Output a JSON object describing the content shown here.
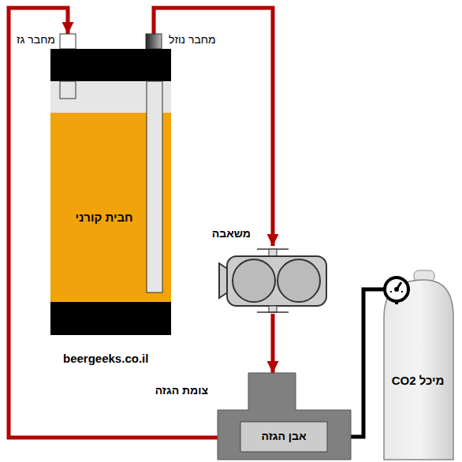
{
  "diagram": {
    "nodes": [
      {
        "text": [
          "חבית קורני"
        ]
      },
      {
        "text": [
          "משאבה"
        ]
      },
      {
        "text": [
          "צומת הגזה"
        ]
      },
      {
        "text": [
          "אבן הגזה"
        ],
        "in": 2
      },
      {
        "text": [
          "מיכל CO2"
        ]
      }
    ],
    "edges": [
      {
        "from": 0,
        "to": 1,
        "arrow": "to"
      },
      {
        "from": 1,
        "to": 2,
        "arrow": "to"
      },
      {
        "from": 2,
        "to": 0,
        "arrow": "to"
      },
      {
        "from": 4,
        "to": 3,
        "arrow": "to"
      }
    ],
    "labels": [
      "מחבר גז",
      "מחבר נוזל",
      "beergeeks.co.il"
    ]
  }
}
